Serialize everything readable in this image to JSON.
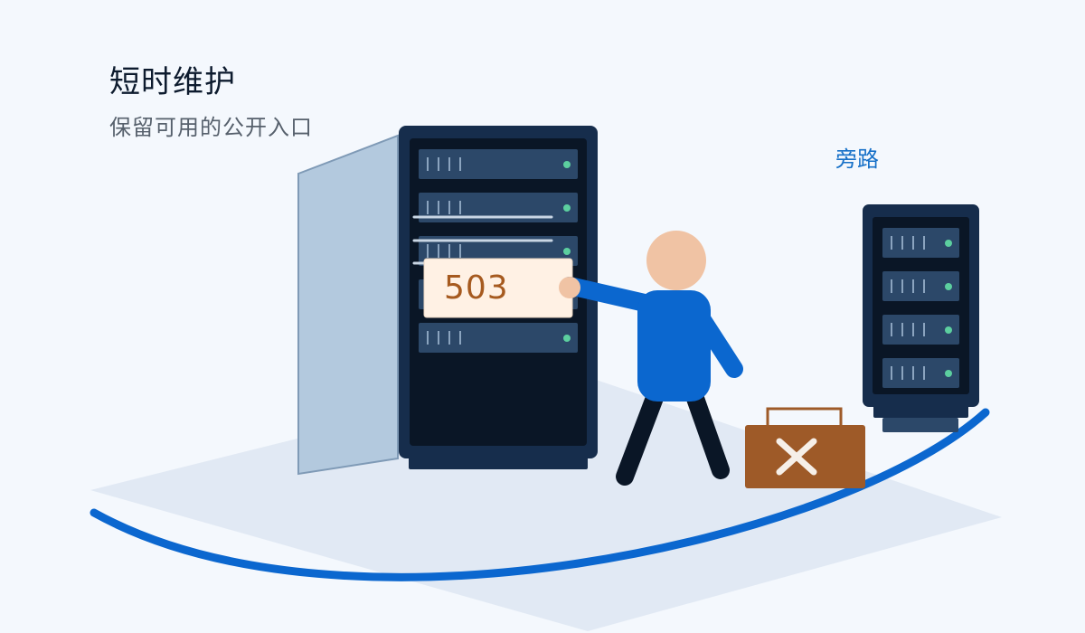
{
  "heading": {
    "title": "短时维护",
    "subtitle": "保留可用的公开入口"
  },
  "bypass": {
    "label": "旁路"
  },
  "status_sign": {
    "code": "503"
  },
  "colors": {
    "background": "#f4f8fd",
    "floor": "#e1e9f4",
    "rack_frame": "#162d4c",
    "rack_inner": "#0a1626",
    "rack_unit": "#2c4869",
    "status_led": "#5ccf9f",
    "door": "#b3c9de",
    "path_arc": "#0b67cf",
    "person_shirt": "#0b67cf",
    "person_skin": "#f0c3a4",
    "toolbox": "#9e5a28",
    "sign_bg": "#fff1e4",
    "sign_text": "#a65a1f",
    "title_text": "#0d1b2e",
    "subtitle_text": "#56606c",
    "bypass_text": "#1670c8"
  },
  "icons": {
    "toolbox_mark": "close-icon",
    "server_led": "status-led-icon"
  }
}
